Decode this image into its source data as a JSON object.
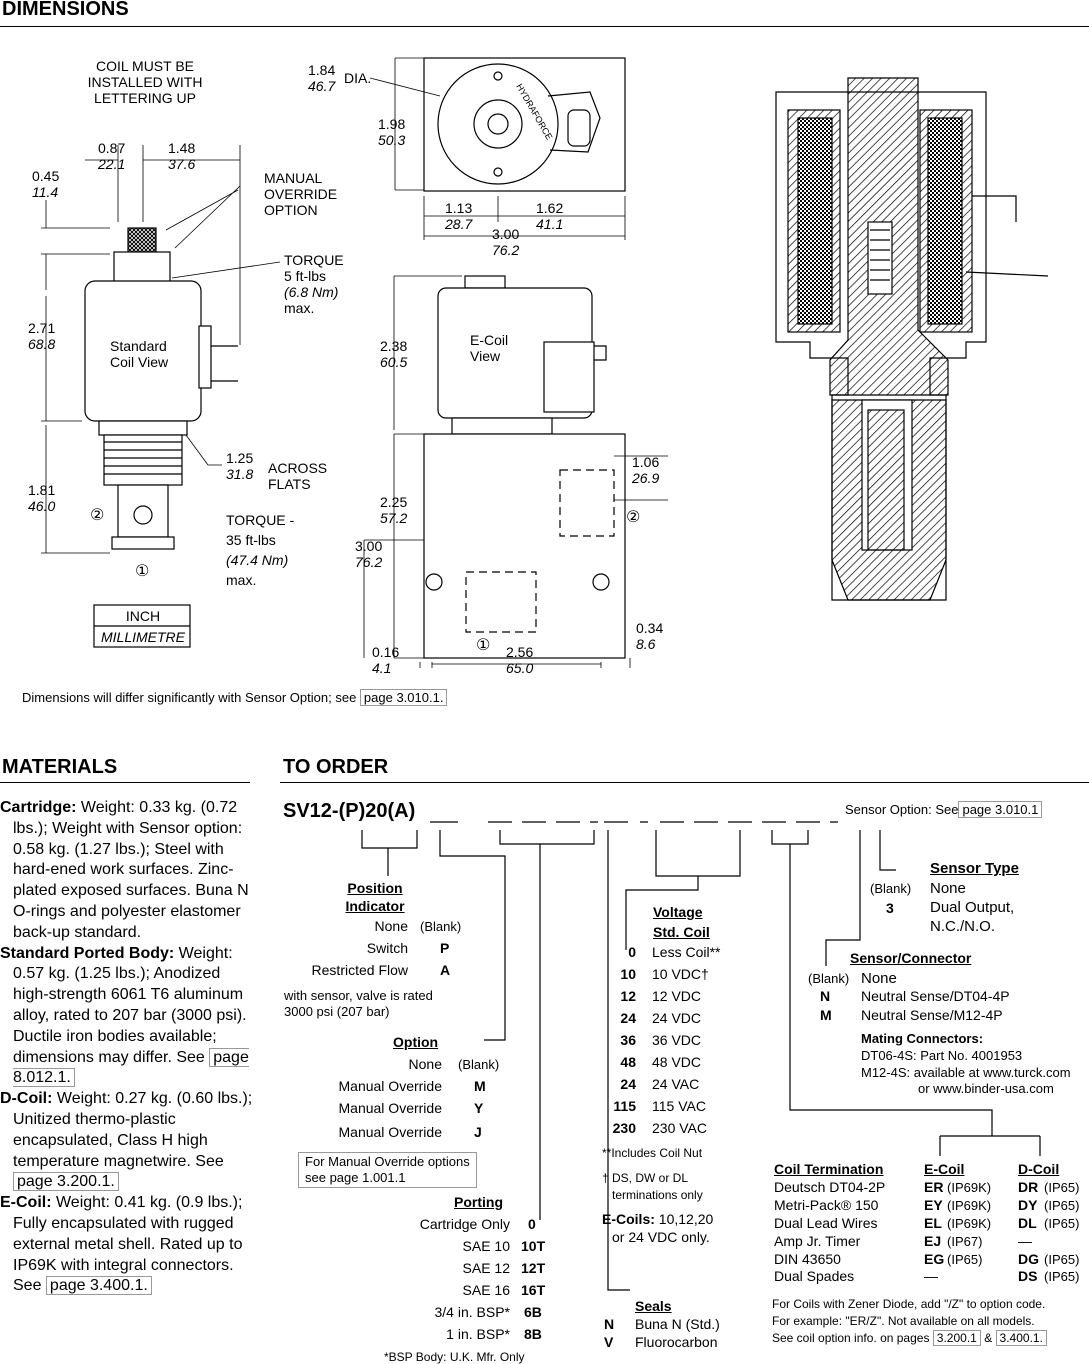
{
  "dimensions": {
    "title": "DIMENSIONS",
    "coil_note": [
      "COIL MUST BE",
      "INSTALLED WITH",
      "LETTERING UP"
    ],
    "manual_override": [
      "MANUAL",
      "OVERRIDE",
      "OPTION"
    ],
    "torque1": [
      "TORQUE",
      "5 ft-lbs",
      "(6.8 Nm)",
      "max."
    ],
    "torque2": [
      "TORQUE -",
      "35 ft-lbs",
      "(47.4 Nm)",
      "max."
    ],
    "std_coil_label": [
      "Standard",
      "Coil View"
    ],
    "ecoil_label": [
      "E-Coil",
      "View"
    ],
    "across_flats": [
      "ACROSS",
      "FLATS"
    ],
    "dia": "DIA.",
    "brand": "HYDRAFORCE",
    "units": [
      "INCH",
      "MILLIMETRE"
    ],
    "port1": "①",
    "port2": "②",
    "values": {
      "d045": [
        "0.45",
        "11.4"
      ],
      "d087": [
        "0.87",
        "22.1"
      ],
      "d148": [
        "1.48",
        "37.6"
      ],
      "d271": [
        "2.71",
        "68.8"
      ],
      "d181": [
        "1.81",
        "46.0"
      ],
      "d125": [
        "1.25",
        "31.8"
      ],
      "d184": [
        "1.84",
        "46.7"
      ],
      "d198": [
        "1.98",
        "50.3"
      ],
      "d113": [
        "1.13",
        "28.7"
      ],
      "d162": [
        "1.62",
        "41.1"
      ],
      "d300w": [
        "3.00",
        "76.2"
      ],
      "d238": [
        "2.38",
        "60.5"
      ],
      "d106": [
        "1.06",
        "26.9"
      ],
      "d225": [
        "2.25",
        "57.2"
      ],
      "d300h": [
        "3.00",
        "76.2"
      ],
      "d016": [
        "0.16",
        "4.1"
      ],
      "d256": [
        "2.56",
        "65.0"
      ],
      "d034": [
        "0.34",
        "8.6"
      ]
    },
    "sensor_note": "Dimensions will differ significantly with Sensor Option; see",
    "sensor_note_link": "page 3.010.1."
  },
  "materials": {
    "title": "MATERIALS",
    "cartridge_label": "Cartridge:",
    "cartridge_text": " Weight: 0.33 kg. (0.72 lbs.); Weight with Sensor option: 0.58 kg. (1.27 lbs.); Steel with hard-ened work surfaces. Zinc-plated exposed surfaces. Buna N O-rings and polyester elastomer back-up standard.",
    "body_label": "Standard Ported Body:",
    "body_text": " Weight: 0.57 kg. (1.25 lbs.); Anodized high-strength 6061 T6 aluminum alloy, rated to 207 bar (3000 psi). Ductile iron bodies available; dimensions may differ. See ",
    "body_link": "page 8.012.1.",
    "dcoil_label": "D-Coil:",
    "dcoil_text": " Weight: 0.27 kg. (0.60 lbs.); Unitized thermo-plastic encapsulated, Class H high temperature magnetwire. See ",
    "dcoil_link": "page 3.200.1.",
    "ecoil_label": "E-Coil:",
    "ecoil_text": " Weight: 0.41 kg. (0.9 lbs.); Fully encapsulated with rugged external metal shell. Rated up to IP69K with integral connectors. See ",
    "ecoil_link": "page 3.400.1."
  },
  "order": {
    "title": "TO ORDER",
    "code": "SV12-(P)20(A)",
    "sensor_option": "Sensor Option: See",
    "sensor_link": "page 3.010.1",
    "position": {
      "title": [
        "Position",
        "Indicator"
      ],
      "rows": [
        [
          "None",
          "(Blank)"
        ],
        [
          "Switch",
          "P"
        ],
        [
          "Restricted Flow",
          "A"
        ]
      ],
      "note": [
        "with sensor, valve is rated",
        "3000 psi (207 bar)"
      ]
    },
    "option": {
      "title": "Option",
      "rows": [
        [
          "None",
          "(Blank)"
        ],
        [
          "Manual Override",
          "M"
        ],
        [
          "Manual Override",
          "Y"
        ],
        [
          "Manual Override",
          "J"
        ]
      ],
      "note": [
        "For Manual Override options",
        "see page 1.001.1"
      ]
    },
    "porting": {
      "title": "Porting",
      "rows": [
        [
          "Cartridge Only",
          "0"
        ],
        [
          "SAE 10",
          "10T"
        ],
        [
          "SAE 12",
          "12T"
        ],
        [
          "SAE 16",
          "16T"
        ],
        [
          "3/4 in. BSP*",
          "6B"
        ],
        [
          "1 in. BSP*",
          "8B"
        ]
      ],
      "note": "*BSP Body: U.K. Mfr. Only"
    },
    "voltage": {
      "title": [
        "Voltage",
        "Std. Coil"
      ],
      "rows": [
        [
          "0",
          "Less Coil**"
        ],
        [
          "10",
          "10 VDC†"
        ],
        [
          "12",
          "12 VDC"
        ],
        [
          "24",
          "24 VDC"
        ],
        [
          "36",
          "36 VDC"
        ],
        [
          "48",
          "48 VDC"
        ],
        [
          "24",
          "24 VAC"
        ],
        [
          "115",
          "115 VAC"
        ],
        [
          "230",
          "230 VAC"
        ]
      ],
      "note1": "**Includes Coil Nut",
      "note2": [
        "† DS, DW or DL",
        "terminations only"
      ],
      "ecoils_label": "E-Coils:",
      "ecoils_text": " 10,12,20",
      "ecoils_text2": "or 24 VDC only."
    },
    "seals": {
      "title": "Seals",
      "rows": [
        [
          "N",
          "Buna N (Std.)"
        ],
        [
          "V",
          "Fluorocarbon"
        ]
      ]
    },
    "sensor_type": {
      "title": "Sensor Type",
      "rows": [
        [
          "(Blank)",
          "None"
        ],
        [
          "3",
          "Dual Output,"
        ]
      ],
      "extra": "N.C./N.O."
    },
    "sensor_connector": {
      "title": "Sensor/Connector",
      "rows": [
        [
          "(Blank)",
          "None"
        ],
        [
          "N",
          "Neutral Sense/DT04-4P"
        ],
        [
          "M",
          "Neutral Sense/M12-4P"
        ]
      ]
    },
    "mating": {
      "title": "Mating Connectors:",
      "lines": [
        "DT06-4S: Part No. 4001953",
        "M12-4S: available at www.turck.com",
        "or www.binder-usa.com"
      ]
    },
    "coil_termination": {
      "headers": [
        "Coil Termination",
        "E-Coil",
        "D-Coil"
      ],
      "rows": [
        [
          "Deutsch DT04-2P",
          "ER",
          "(IP69K)",
          "DR",
          "(IP65)"
        ],
        [
          "Metri-Pack® 150",
          "EY",
          "(IP69K)",
          "DY",
          "(IP65)"
        ],
        [
          "Dual Lead Wires",
          "EL",
          "(IP69K)",
          "DL",
          "(IP65)"
        ],
        [
          "Amp Jr. Timer",
          "EJ",
          "(IP67)",
          "—",
          ""
        ],
        [
          "DIN 43650",
          "EG",
          "(IP65)",
          "DG",
          "(IP65)"
        ],
        [
          "Dual Spades",
          "—",
          "",
          "DS",
          "(IP65)"
        ]
      ],
      "notes": [
        "For Coils with Zener Diode, add \"/Z\" to option code.",
        "For example: \"ER/Z\". Not available on all models.",
        "See coil option info. on pages"
      ],
      "link1": "3.200.1",
      "amp": "&",
      "link2": "3.400.1."
    }
  }
}
